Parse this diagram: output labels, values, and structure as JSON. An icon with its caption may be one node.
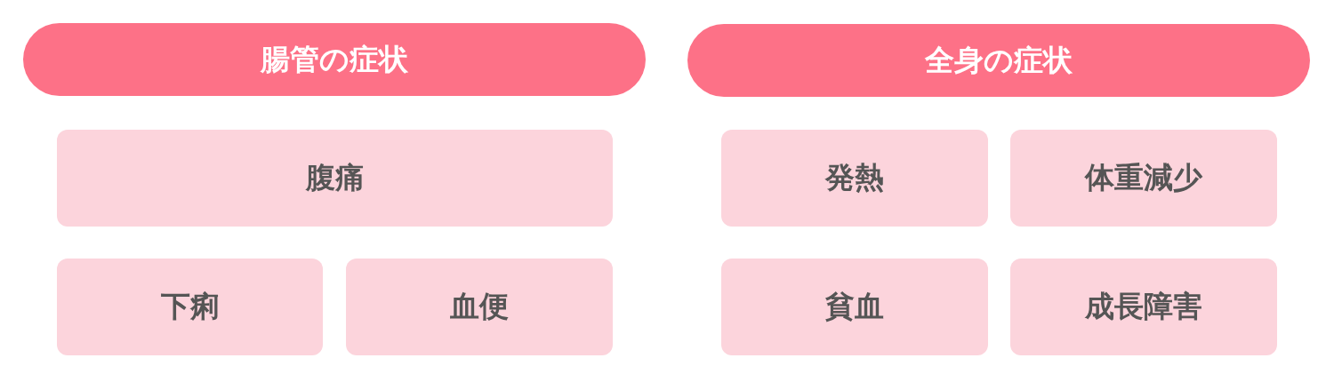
{
  "diagram": {
    "nodes": [
      {
        "text": [
          "腸管の症状"
        ]
      },
      {
        "text": [
          "全身の症状"
        ]
      },
      {
        "text": [
          "腹痛"
        ]
      },
      {
        "text": [
          "発熱"
        ]
      },
      {
        "text": [
          "体重減少"
        ]
      },
      {
        "text": [
          "下痢"
        ]
      },
      {
        "text": [
          "血便"
        ]
      },
      {
        "text": [
          "貧血"
        ]
      },
      {
        "text": [
          "成長障害"
        ]
      }
    ]
  }
}
